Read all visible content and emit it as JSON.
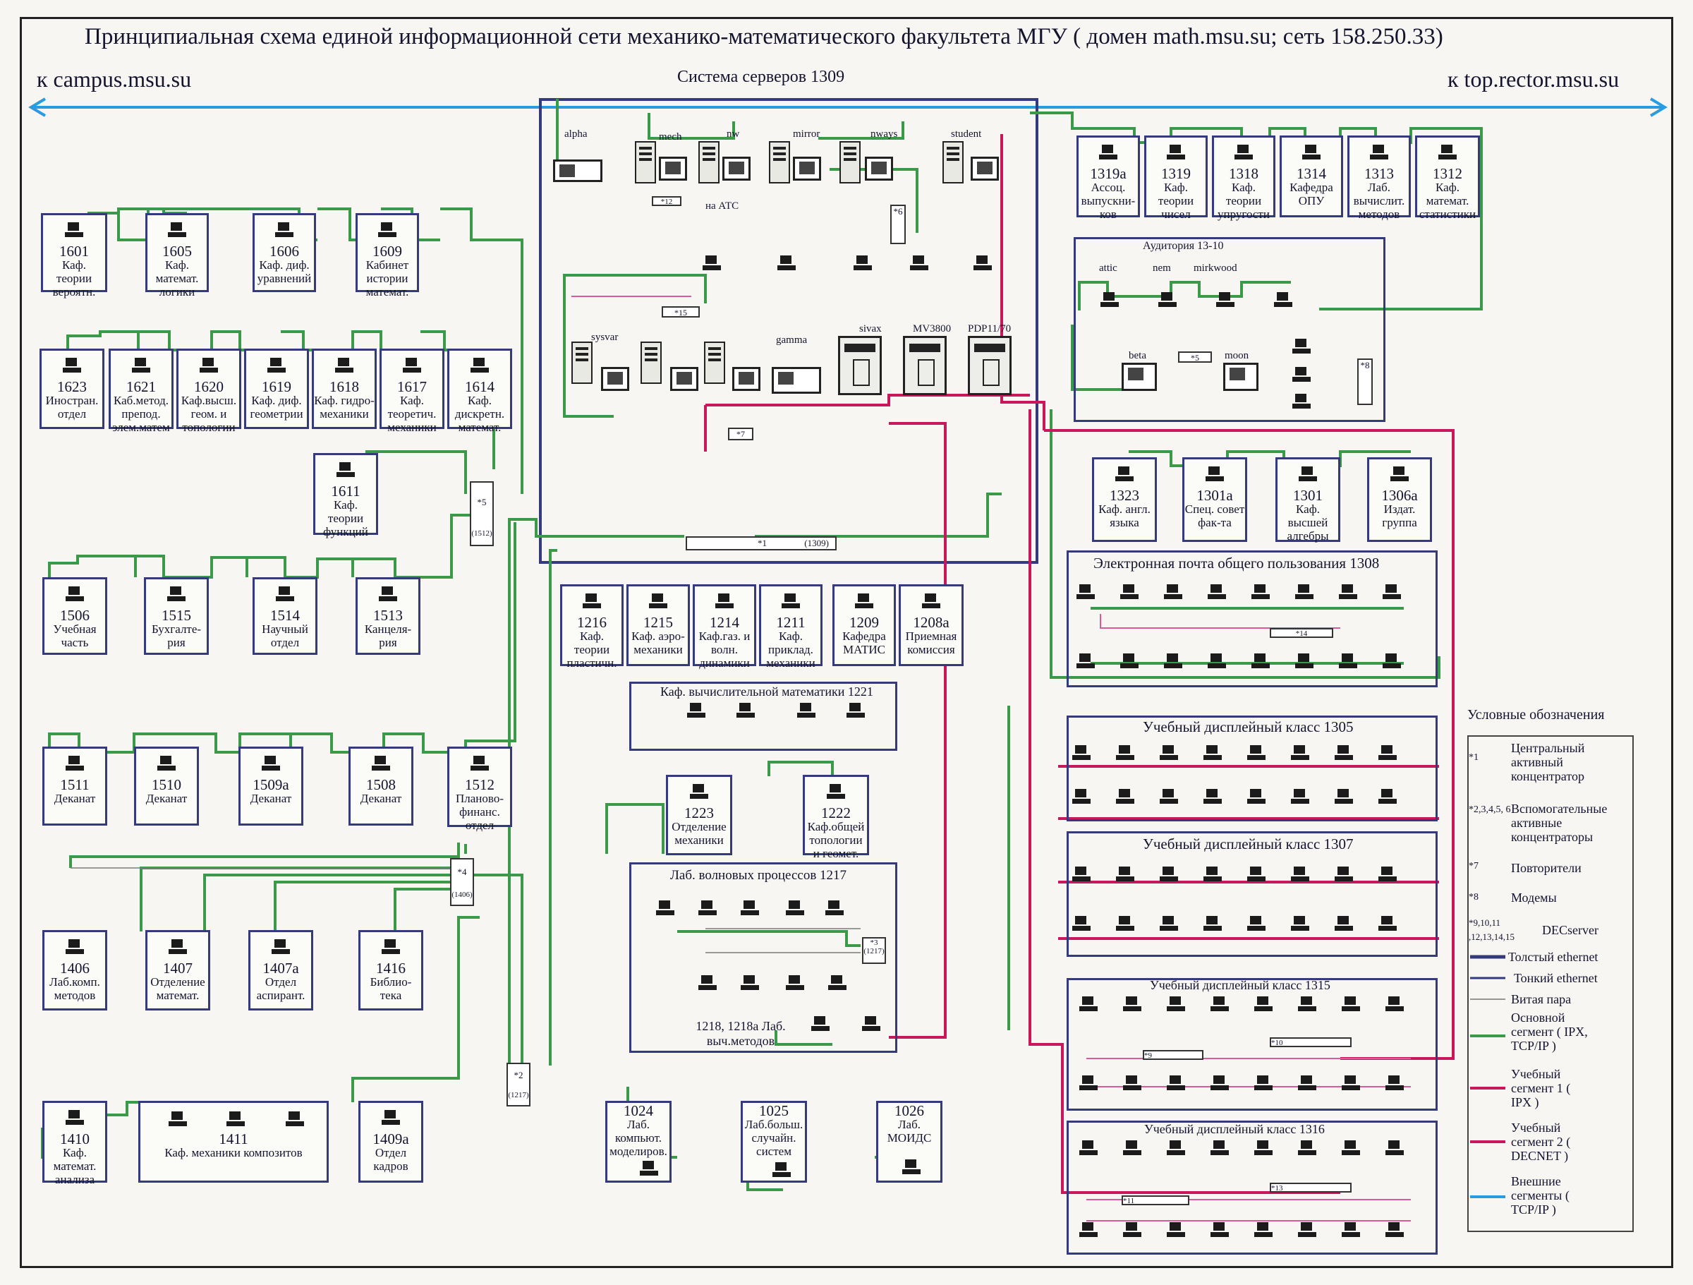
{
  "title": "Принципиальная схема единой информационной сети механико-математического факультета МГУ ( домен math.msu.su; сеть 158.250.33)",
  "external": {
    "left": "к campus.msu.su",
    "right": "к top.rector.msu.su"
  },
  "server_room": {
    "title": "Система серверов  1309",
    "servers": [
      "alpha",
      "mech",
      "nw",
      "mirror",
      "nways",
      "student",
      "sysvar",
      "gamma",
      "sivax",
      "MV3800",
      "PDP11/70"
    ],
    "atc": "на АТС"
  },
  "auditorium": {
    "title": "Аудитория 13-10",
    "hosts": [
      "attic",
      "nem",
      "mirkwood",
      "beta",
      "moon"
    ]
  },
  "rooms": [
    {
      "num": "1601",
      "label": "Каф. теории вероятн."
    },
    {
      "num": "1605",
      "label": "Каф. математ. логики"
    },
    {
      "num": "1606",
      "label": "Каф. диф. уравнений"
    },
    {
      "num": "1609",
      "label": "Кабинет истории математ."
    },
    {
      "num": "1623",
      "label": "Иностран. отдел"
    },
    {
      "num": "1621",
      "label": "Каб.метод. препод. элем.матем"
    },
    {
      "num": "1620",
      "label": "Каф.высш. геом. и топологии"
    },
    {
      "num": "1619",
      "label": "Каф. диф. геометрии"
    },
    {
      "num": "1618",
      "label": "Каф. гидро-механики"
    },
    {
      "num": "1617",
      "label": "Каф. теоретич. механики"
    },
    {
      "num": "1614",
      "label": "Каф. дискретн. математ."
    },
    {
      "num": "1611",
      "label": "Каф. теории функций"
    },
    {
      "num": "1506",
      "label": "Учебная часть"
    },
    {
      "num": "1515",
      "label": "Бухгалте-рия"
    },
    {
      "num": "1514",
      "label": "Научный отдел"
    },
    {
      "num": "1513",
      "label": "Канцеля-рия"
    },
    {
      "num": "1511",
      "label": "Деканат"
    },
    {
      "num": "1510",
      "label": "Деканат"
    },
    {
      "num": "1509а",
      "label": "Деканат"
    },
    {
      "num": "1508",
      "label": "Деканат"
    },
    {
      "num": "1512",
      "label": "Планово-финанс. отдел"
    },
    {
      "num": "1406",
      "label": "Лаб.комп. методов"
    },
    {
      "num": "1407",
      "label": "Отделение математ."
    },
    {
      "num": "1407а",
      "label": "Отдел аспирант."
    },
    {
      "num": "1416",
      "label": "Библио-тека"
    },
    {
      "num": "1410",
      "label": "Каф. математ. анализа"
    },
    {
      "num": "1411",
      "label": "Каф. механики композитов"
    },
    {
      "num": "1409а",
      "label": "Отдел кадров"
    },
    {
      "num": "1216",
      "label": "Каф. теории пластичн."
    },
    {
      "num": "1215",
      "label": "Каф. аэро-механики"
    },
    {
      "num": "1214",
      "label": "Каф.газ. и волн. динамики"
    },
    {
      "num": "1211",
      "label": "Каф. приклад. механики"
    },
    {
      "num": "1209",
      "label": "Кафедра МАТИС"
    },
    {
      "num": "1208а",
      "label": "Приемная комиссия"
    },
    {
      "num": "1223",
      "label": "Отделение механики"
    },
    {
      "num": "1222",
      "label": "Каф.общей топологии и геомет."
    },
    {
      "num": "1024",
      "label": "Лаб. компьют. моделиров."
    },
    {
      "num": "1025",
      "label": "Лаб.больш. случайн. систем"
    },
    {
      "num": "1026",
      "label": "Лаб. МОИДС"
    },
    {
      "num": "1319а",
      "label": "Ассоц. выпускни-ков"
    },
    {
      "num": "1319",
      "label": "Каф. теории чисел"
    },
    {
      "num": "1318",
      "label": "Каф. теории упругости"
    },
    {
      "num": "1314",
      "label": "Кафедра ОПУ"
    },
    {
      "num": "1313",
      "label": "Лаб. вычислит. методов"
    },
    {
      "num": "1312",
      "label": "Каф. математ. статистики"
    },
    {
      "num": "1323",
      "label": "Каф. англ. языка"
    },
    {
      "num": "1301а",
      "label": "Спец. совет фак-та"
    },
    {
      "num": "1301",
      "label": "Каф. высшей алгебры"
    },
    {
      "num": "1306а",
      "label": "Издат. группа"
    }
  ],
  "panels": [
    "Каф. вычислительной математики 1221",
    "Лаб. волновых процессов 1217",
    "1218, 1218а Лаб. выч.методов",
    "Электронная почта общего пользования 1308",
    "Учебный дисплейный класс 1305",
    "Учебный дисплейный класс 1307",
    "Учебный дисплейный класс 1315",
    "Учебный дисплейный класс 1316"
  ],
  "hubs": [
    "*1",
    "(1309)",
    "*2",
    "(1217)",
    "*3",
    "(1217)",
    "*4",
    "(1406)",
    "*5",
    "(1512)",
    "*6",
    "*7",
    "*8",
    "*9",
    "*10",
    "*11",
    "*12",
    "*13",
    "*14",
    "*15",
    "*5"
  ],
  "legend": {
    "title": "Условные обозначения",
    "items": [
      {
        "key": "*1",
        "text": "Центральный активный концентратор"
      },
      {
        "key": "*2,3,4,5, 6",
        "text": "Вспомогательные активные концентраторы"
      },
      {
        "key": "*7",
        "text": "Повторители"
      },
      {
        "key": "*8",
        "text": "Модемы"
      },
      {
        "key": "*9,10,11 ,12,13,14,15",
        "text": "DECserver"
      },
      {
        "key": "",
        "text": "Толстый ethernet"
      },
      {
        "key": "",
        "text": "Тонкий ethernet"
      },
      {
        "key": "",
        "text": "Витая пара"
      },
      {
        "key": "",
        "text": "Основной сегмент ( IPX, TCP/IP )"
      },
      {
        "key": "",
        "text": "Учебный сегмент 1 ( IPX )"
      },
      {
        "key": "",
        "text": "Учебный сегмент 2 ( DECNET )"
      },
      {
        "key": "",
        "text": "Внешние сегменты ( TCP/IP )"
      }
    ]
  },
  "colors": {
    "green": "#3a9a4a",
    "red": "#c8175a",
    "pink": "#d85a98",
    "blue": "#2b9be0",
    "navy": "#343a7c"
  }
}
